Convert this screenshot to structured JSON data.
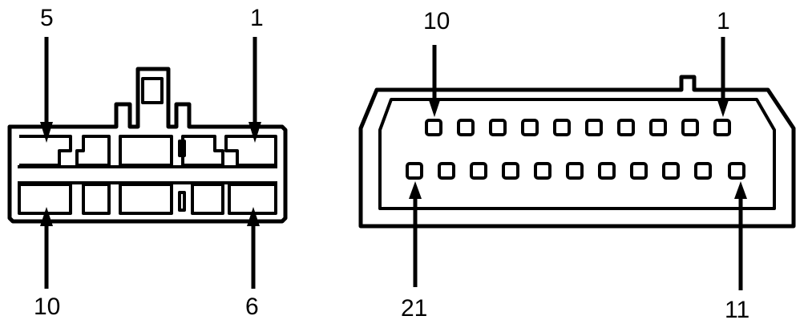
{
  "left_connector": {
    "label_top_left": "5",
    "label_top_right": "1",
    "label_bottom_left": "10",
    "label_bottom_right": "6"
  },
  "right_connector": {
    "label_top_left": "10",
    "label_top_right": "1",
    "label_bottom_left": "21",
    "label_bottom_right": "11"
  }
}
